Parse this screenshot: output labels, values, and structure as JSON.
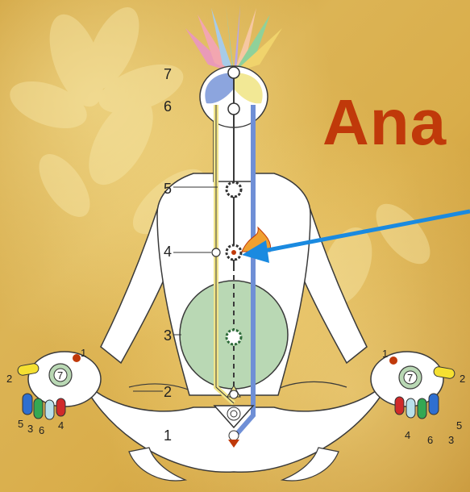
{
  "title": "Ana",
  "chakra_levels": [
    "1",
    "2",
    "3",
    "4",
    "5",
    "6",
    "7"
  ],
  "left_hand": {
    "center": "7",
    "fingers": [
      "1",
      "2",
      "5",
      "3",
      "6",
      "4"
    ]
  },
  "right_hand": {
    "center": "7",
    "fingers": [
      "1",
      "2",
      "5",
      "4",
      "6",
      "3"
    ]
  },
  "colors": {
    "title": "#c0390a",
    "arrow": "#1a8ae0",
    "heart_circle": "#b9d8b4",
    "left_channel": "#f1e58a",
    "right_channel": "#6f8fd6",
    "outline": "#3a3a3a"
  },
  "icons": [
    "lotus-crown-icon",
    "sun-chakra-icon",
    "flame-icon",
    "spiral-icon",
    "arrow-icon"
  ]
}
